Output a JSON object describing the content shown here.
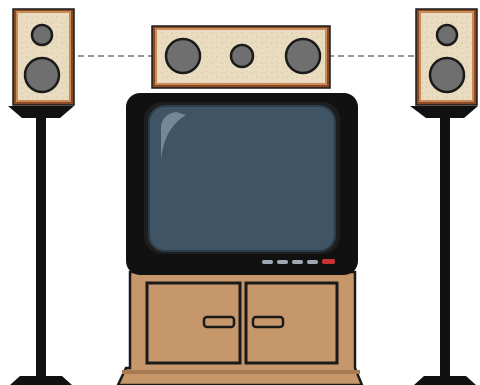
{
  "scene": {
    "background": "#ffffff",
    "colors": {
      "outline": "#1a1a1a",
      "wood_light": "#eadcc0",
      "wood_frame": "#c88c58",
      "wood_dark": "#8a4a25",
      "driver": "#6f6f6f",
      "stand": "#111111",
      "tv_body": "#111111",
      "screen": "#3f5565",
      "screen_highlight": "#7d93a2",
      "cabinet": "#c6976a",
      "cabinet_shadow": "#a97b52",
      "button": "#9da8b3",
      "power_led": "#c83232",
      "guide_line": "#777777"
    },
    "objects": [
      {
        "name": "left-speaker",
        "icon": "speaker-icon",
        "drivers": 2
      },
      {
        "name": "center-speaker",
        "icon": "speaker-icon",
        "drivers": 3
      },
      {
        "name": "right-speaker",
        "icon": "speaker-icon",
        "drivers": 2
      },
      {
        "name": "left-speaker-stand",
        "icon": "stand-icon"
      },
      {
        "name": "right-speaker-stand",
        "icon": "stand-icon"
      },
      {
        "name": "crt-television",
        "icon": "tv-icon",
        "front_buttons": 5
      },
      {
        "name": "tv-cabinet",
        "icon": "cabinet-icon",
        "doors": 2
      }
    ]
  }
}
